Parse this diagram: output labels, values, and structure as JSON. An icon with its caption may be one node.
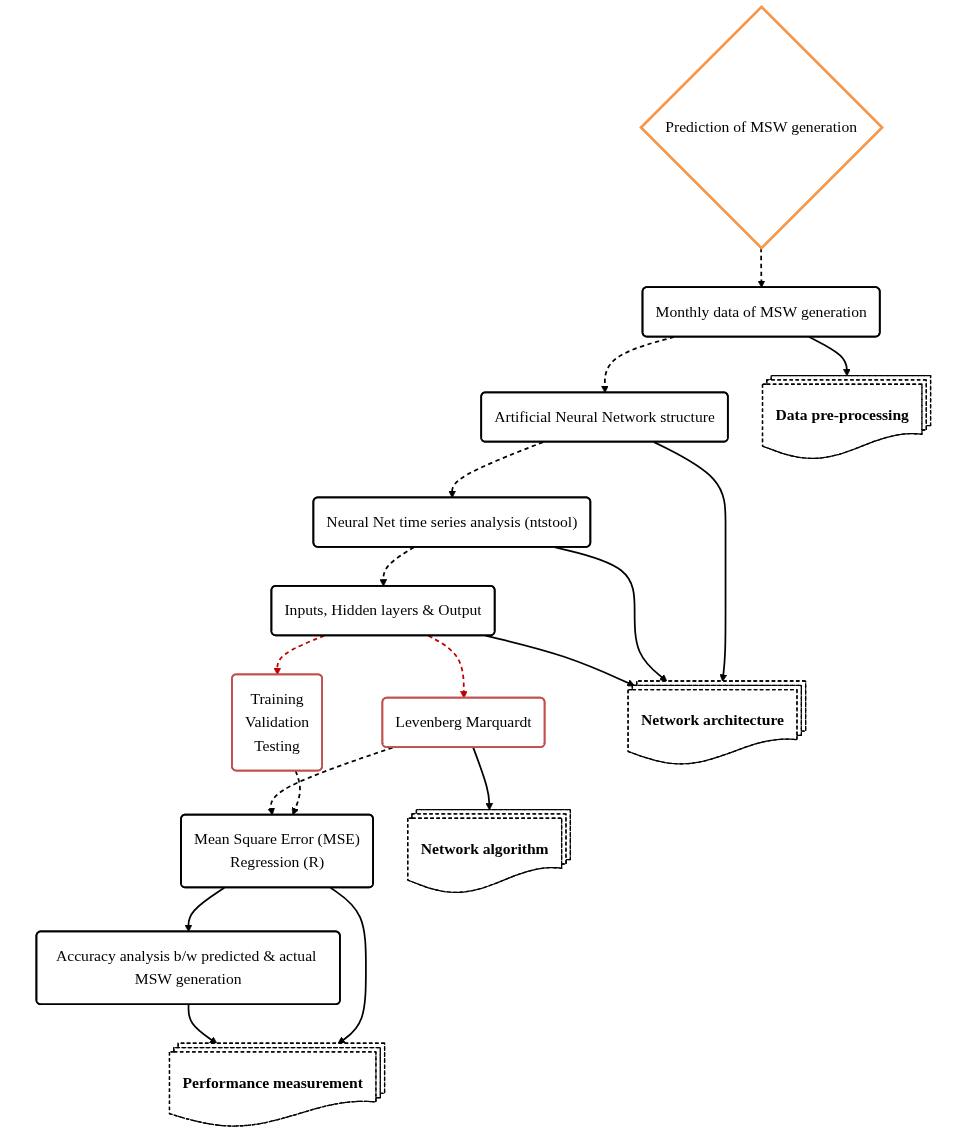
{
  "diagram": {
    "nodes": [
      {
        "text": [
          "Prediction of MSW generation"
        ]
      },
      {
        "text": [
          "Monthly data of MSW generation"
        ]
      },
      {
        "text": [
          "Data pre-processing"
        ]
      },
      {
        "text": [
          "Artificial Neural Network structure"
        ]
      },
      {
        "text": [
          "Neural Net time series analysis (ntstool)"
        ]
      },
      {
        "text": [
          "Inputs, Hidden layers & Output"
        ]
      },
      {
        "text": [
          "Network architecture"
        ]
      },
      {
        "text": [
          "Training",
          "Validation",
          "Testing"
        ]
      },
      {
        "text": [
          "Levenberg Marquardt"
        ]
      },
      {
        "text": [
          "Network algorithm"
        ]
      },
      {
        "text": [
          "Mean Square Error (MSE)",
          "Regression (R)"
        ]
      },
      {
        "text": [
          "Accuracy analysis b/w predicted & actual MSW generation"
        ]
      },
      {
        "text": [
          "Performance measurement"
        ]
      }
    ],
    "edges": [
      {
        "from": 0,
        "to": 1,
        "arrow": "to",
        "style": "dashed"
      },
      {
        "from": 1,
        "to": 2,
        "arrow": "to"
      },
      {
        "from": 1,
        "to": 3,
        "arrow": "to",
        "style": "dashed"
      },
      {
        "from": 3,
        "to": 4,
        "arrow": "to",
        "style": "dashed"
      },
      {
        "from": 4,
        "to": 5,
        "arrow": "to",
        "style": "dashed"
      },
      {
        "from": 3,
        "to": 6,
        "arrow": "to"
      },
      {
        "from": 4,
        "to": 6,
        "arrow": "to"
      },
      {
        "from": 5,
        "to": 6,
        "arrow": "to"
      },
      {
        "from": 5,
        "to": 7,
        "arrow": "to",
        "style": "dashed",
        "color": "#c00000"
      },
      {
        "from": 5,
        "to": 8,
        "arrow": "to",
        "style": "dashed",
        "color": "#c00000"
      },
      {
        "from": 8,
        "to": 9,
        "arrow": "to"
      },
      {
        "from": 7,
        "to": 10,
        "arrow": "to",
        "style": "dashed"
      },
      {
        "from": 8,
        "to": 10,
        "arrow": "to",
        "style": "dashed"
      },
      {
        "from": 10,
        "to": 11,
        "arrow": "to"
      },
      {
        "from": 10,
        "to": 12,
        "arrow": "to"
      },
      {
        "from": 11,
        "to": 12,
        "arrow": "to"
      }
    ]
  }
}
